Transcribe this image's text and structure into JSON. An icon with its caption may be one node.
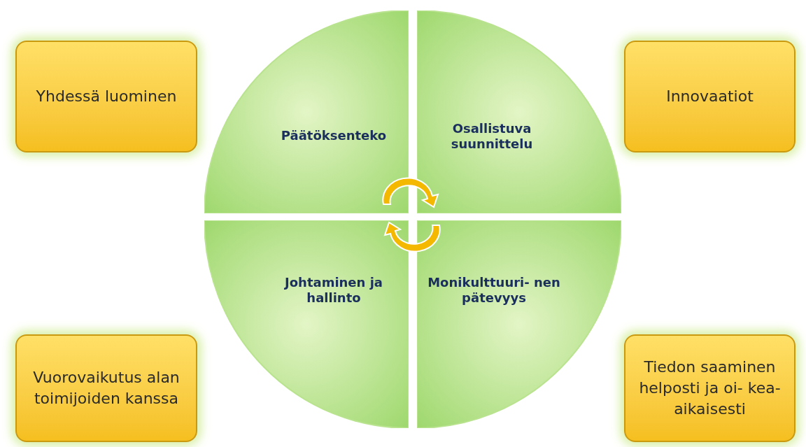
{
  "diagram": {
    "nodes": [
      {
        "text": [
          "Yhdessä luominen"
        ]
      },
      {
        "text": [
          "Päätöksenteko"
        ]
      },
      {
        "text": [
          "Osallistuva suunnittelu"
        ]
      },
      {
        "text": [
          "Innovaatiot"
        ]
      },
      {
        "text": [
          "Johtaminen ja hallinto"
        ]
      },
      {
        "text": [
          "Monikulttuuri- nen pätevyys"
        ]
      },
      {
        "text": [
          "Vuorovaikutus alan toimijoiden kanssa"
        ]
      },
      {
        "text": [
          "Tiedon saaminen helposti ja oi- kea-aikaisesti"
        ]
      }
    ]
  }
}
